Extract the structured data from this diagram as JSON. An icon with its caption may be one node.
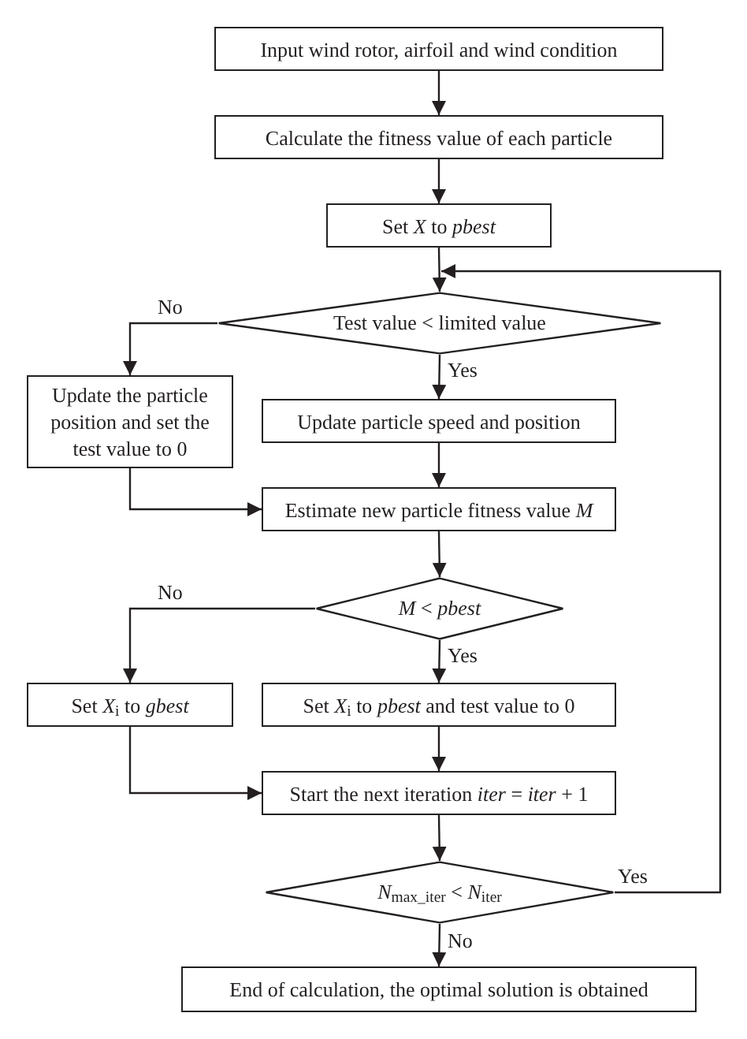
{
  "diagram": {
    "nodes": [
      {
        "text": [
          "Input wind rotor, airfoil and wind condition"
        ]
      },
      {
        "text": [
          "Calculate the fitness value of each particle"
        ]
      },
      {
        "text": [
          "Set *X* to *pbest*"
        ]
      },
      {
        "text": [
          "Test value < limited value"
        ]
      },
      {
        "text": [
          "Update the particle position and set the test value to 0"
        ]
      },
      {
        "text": [
          "Update particle speed and position"
        ]
      },
      {
        "text": [
          "Estimate new particle fitness value *M*"
        ]
      },
      {
        "text": [
          "*M* < *pbest*"
        ]
      },
      {
        "text": [
          "Set *X*$_{i}$ to *gbest*"
        ]
      },
      {
        "text": [
          "Set *X*$_{i}$ to *pbest* and test value to 0"
        ]
      },
      {
        "text": [
          "Start the next iteration *iter* = *iter* + 1"
        ]
      },
      {
        "text": [
          "*N*$_{max_iter}$ < *N*$_{iter}$"
        ]
      },
      {
        "text": [
          "End of calculation, the optimal solution is obtained"
        ]
      }
    ],
    "edges": [
      {
        "from": 0,
        "to": 1,
        "arrow": "to"
      },
      {
        "from": 1,
        "to": 2,
        "arrow": "to"
      },
      {
        "from": 2,
        "to": 3,
        "arrow": "to"
      },
      {
        "from": 3,
        "to": 4,
        "arrow": "to",
        "label": "No"
      },
      {
        "from": 3,
        "to": 5,
        "arrow": "to",
        "label": "Yes"
      },
      {
        "from": 4,
        "to": 6,
        "arrow": "to"
      },
      {
        "from": 5,
        "to": 6,
        "arrow": "to"
      },
      {
        "from": 6,
        "to": 7,
        "arrow": "to"
      },
      {
        "from": 7,
        "to": 8,
        "arrow": "to",
        "label": "No"
      },
      {
        "from": 7,
        "to": 9,
        "arrow": "to",
        "label": "Yes"
      },
      {
        "from": 8,
        "to": 10,
        "arrow": "to"
      },
      {
        "from": 9,
        "to": 10,
        "arrow": "to"
      },
      {
        "from": 10,
        "to": 11,
        "arrow": "to"
      },
      {
        "from": 11,
        "to": 3,
        "arrow": "to",
        "label": "Yes"
      },
      {
        "from": 11,
        "to": 12,
        "arrow": "to",
        "label": "No"
      }
    ]
  }
}
